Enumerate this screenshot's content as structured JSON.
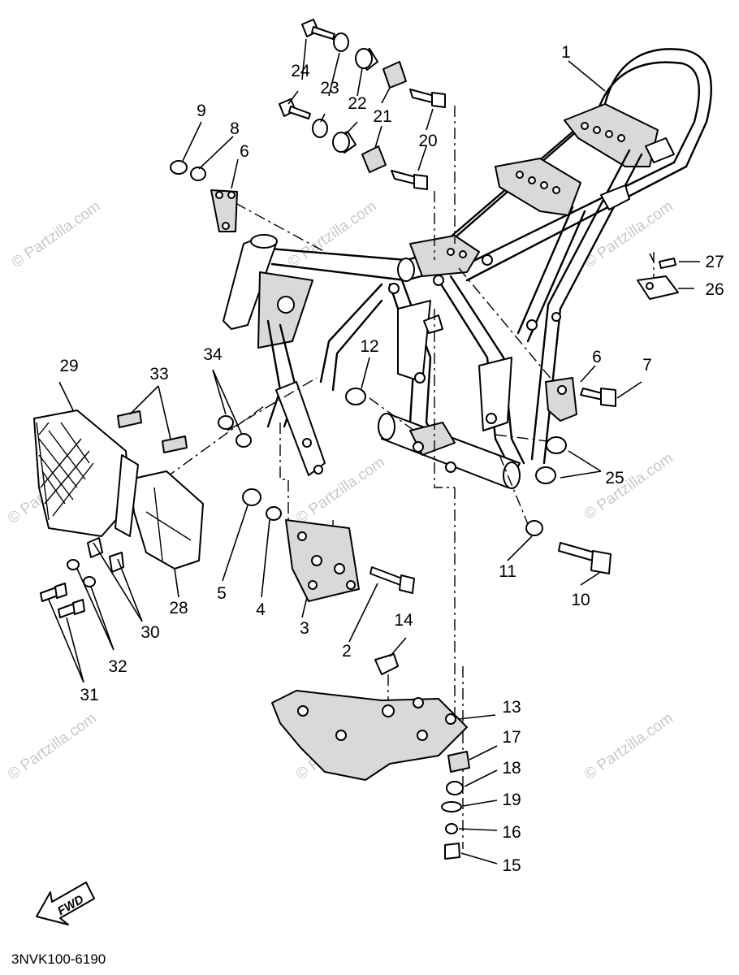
{
  "watermark": "© Partzilla.com",
  "diagram_code": "3NVK100-6190",
  "fwd_label": "FWD",
  "callouts": [
    "1",
    "2",
    "3",
    "4",
    "5",
    "6",
    "6",
    "7",
    "8",
    "9",
    "10",
    "11",
    "12",
    "13",
    "14",
    "15",
    "16",
    "17",
    "18",
    "19",
    "20",
    "21",
    "22",
    "23",
    "24",
    "25",
    "26",
    "27",
    "28",
    "29",
    "30",
    "31",
    "32",
    "33",
    "34"
  ]
}
